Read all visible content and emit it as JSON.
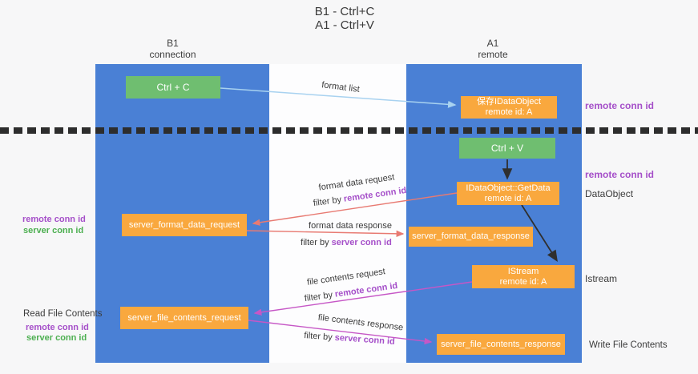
{
  "title": {
    "line1": "B1 - Ctrl+C",
    "line2": "A1 - Ctrl+V"
  },
  "columns": {
    "left": {
      "name": "B1",
      "role": "connection"
    },
    "right": {
      "name": "A1",
      "role": "remote"
    }
  },
  "boxes": {
    "ctrl_c": "Ctrl + C",
    "ctrl_v": "Ctrl + V",
    "save_dataobject_line1": "保存IDataObject",
    "save_dataobject_line2": "remote id: A",
    "getdata_line1": "IDataObject::GetData",
    "getdata_line2": "remote id: A",
    "istream_line1": "IStream",
    "istream_line2": "remote id: A",
    "server_format_data_request": "server_format_data_request",
    "server_format_data_response": "server_format_data_response",
    "server_file_contents_request": "server_file_contents_request",
    "server_file_contents_response": "server_file_contents_response"
  },
  "left_labels": {
    "remote_conn_id": "remote conn id",
    "server_conn_id": "server conn id",
    "read_file_contents": "Read File Contents",
    "remote_conn_id_2": "remote conn id",
    "server_conn_id_2": "server conn id"
  },
  "right_labels": {
    "remote_conn_id_top": "remote conn id",
    "remote_conn_id_mid": "remote conn id",
    "dataobject": "DataObject",
    "istream": "Istream",
    "write_file_contents": "Write File Contents"
  },
  "flow_labels": {
    "format_list": "format list",
    "filter_prefix": "filter by",
    "format_data_request": "format data request",
    "format_data_request_filter": "remote conn id",
    "format_data_response": "format data response",
    "format_data_response_filter": "server conn id",
    "file_contents_request": "file contents request",
    "file_contents_request_filter": "remote conn id",
    "file_contents_response": "file contents response",
    "file_contents_response_filter": "server conn id"
  },
  "colors": {
    "column_blue": "#4a80d5",
    "box_orange": "#f9a83e",
    "box_green": "#6fbe70",
    "arrow_red": "#e87a72",
    "arrow_magenta": "#c657c6",
    "arrow_lightblue": "#a8d2f0",
    "arrow_black": "#2f2f2f",
    "label_purple": "#a54fc9",
    "label_green": "#4caf50"
  }
}
